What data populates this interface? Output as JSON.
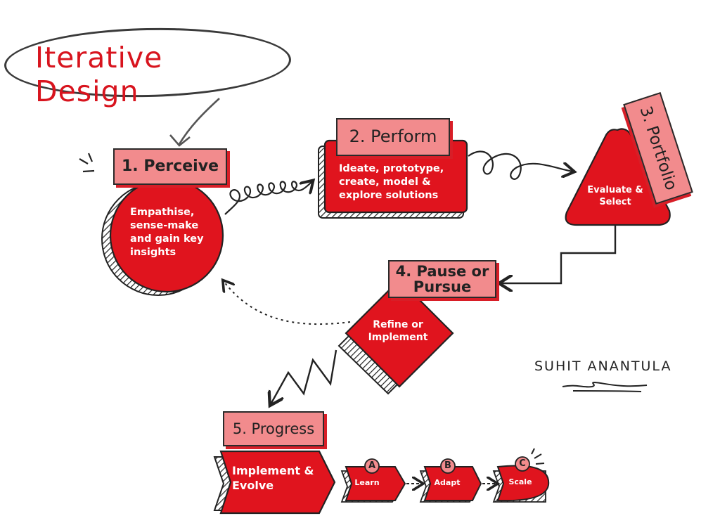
{
  "title": "Iterative Design",
  "steps": {
    "perceive": {
      "label": "1. Perceive",
      "text": "Empathise, sense-make and gain key insights"
    },
    "perform": {
      "label": "2. Perform",
      "text": "Ideate, prototype, create, model & explore solutions"
    },
    "portfolio": {
      "label": "3. Portfolio",
      "text": "Evaluate & Select"
    },
    "pause": {
      "label": "4. Pause or Pursue",
      "text": "Refine or Implement"
    },
    "progress": {
      "label": "5. Progress",
      "text": "Implement & Evolve"
    }
  },
  "stages": [
    {
      "badge": "A",
      "label": "Learn"
    },
    {
      "badge": "B",
      "label": "Adapt"
    },
    {
      "badge": "C",
      "label": "Scale"
    }
  ],
  "signature": "SUHIT ANANTULA",
  "colors": {
    "red": "#e0141e",
    "pink": "#f28b8d",
    "ink": "#222222",
    "title": "#d8141e"
  }
}
